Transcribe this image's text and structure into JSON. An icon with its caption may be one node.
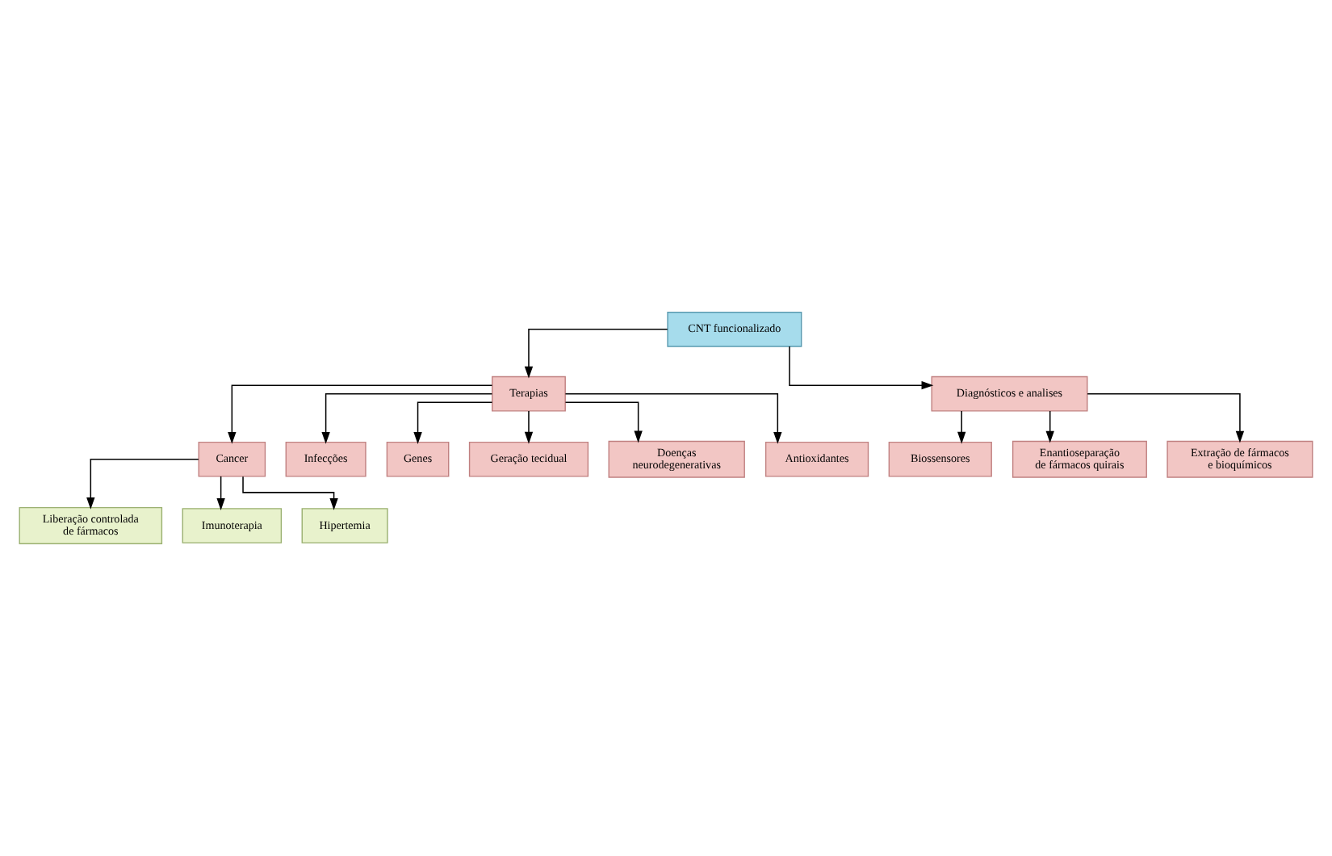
{
  "diagram": {
    "nodes": [
      {
        "text": [
          "CNT funcionalizado"
        ]
      },
      {
        "text": [
          "Terapias"
        ]
      },
      {
        "text": [
          "Diagnósticos e analises"
        ]
      },
      {
        "text": [
          "Cancer"
        ]
      },
      {
        "text": [
          "Infecções"
        ]
      },
      {
        "text": [
          "Genes"
        ]
      },
      {
        "text": [
          "Geração tecidual"
        ]
      },
      {
        "text": [
          "Doenças neurodegenerativas"
        ]
      },
      {
        "text": [
          "Antioxidantes"
        ]
      },
      {
        "text": [
          "Liberação controlada de fármacos"
        ]
      },
      {
        "text": [
          "Imunoterapia"
        ]
      },
      {
        "text": [
          "Hipertemia"
        ]
      },
      {
        "text": [
          "Biossensores"
        ]
      },
      {
        "text": [
          "Enantioseparação de fármacos quirais"
        ]
      },
      {
        "text": [
          "Extração de fármacos e bioquímicos"
        ]
      }
    ],
    "edges": [
      {
        "from": 0,
        "to": 1,
        "arrow": "to"
      },
      {
        "from": 0,
        "to": 2,
        "arrow": "to"
      },
      {
        "from": 1,
        "to": 3,
        "arrow": "to"
      },
      {
        "from": 1,
        "to": 4,
        "arrow": "to"
      },
      {
        "from": 1,
        "to": 5,
        "arrow": "to"
      },
      {
        "from": 1,
        "to": 6,
        "arrow": "to"
      },
      {
        "from": 1,
        "to": 7,
        "arrow": "to"
      },
      {
        "from": 1,
        "to": 8,
        "arrow": "to"
      },
      {
        "from": 3,
        "to": 9,
        "arrow": "to"
      },
      {
        "from": 3,
        "to": 10,
        "arrow": "to"
      },
      {
        "from": 3,
        "to": 11,
        "arrow": "to"
      },
      {
        "from": 2,
        "to": 12,
        "arrow": "to"
      },
      {
        "from": 2,
        "to": 13,
        "arrow": "to"
      },
      {
        "from": 2,
        "to": 14,
        "arrow": "to"
      }
    ]
  }
}
